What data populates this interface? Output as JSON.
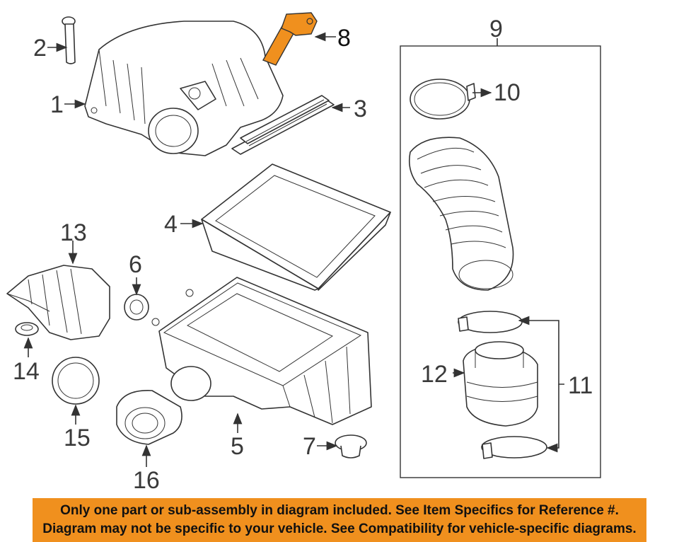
{
  "diagram": {
    "callouts": {
      "c1": "1",
      "c2": "2",
      "c3": "3",
      "c4": "4",
      "c5": "5",
      "c6": "6",
      "c7": "7",
      "c8": "8",
      "c9": "9",
      "c10": "10",
      "c11": "11",
      "c12": "12",
      "c13": "13",
      "c14": "14",
      "c15": "15",
      "c16": "16"
    },
    "highlight_color": "#f0901e",
    "highlighted_part": "8"
  },
  "banner": {
    "line1": "Only one part or sub-assembly in diagram included. See Item Specifics for Reference #.",
    "line2": "Diagram may not be specific to your vehicle. See Compatibility for vehicle-specific diagrams.",
    "background": "#f0901e"
  }
}
